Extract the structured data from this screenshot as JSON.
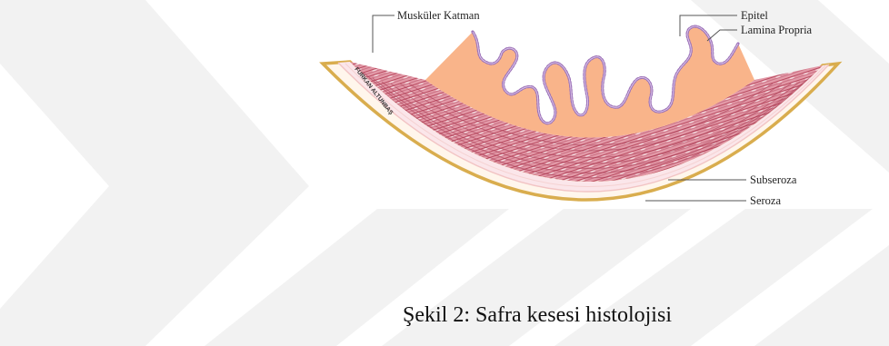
{
  "diagram": {
    "labels": {
      "muscular_layer": "Musküler Katman",
      "epithelium": "Epitel",
      "lamina_propria": "Lamina Propria",
      "subserosa": "Subseroza",
      "serosa": "Seroza"
    },
    "signature": "FURKAN ALTUNBAŞ"
  },
  "caption": "Şekil 2: Safra kesesi histolojisi",
  "colors": {
    "serosa": "#d9ad4e",
    "subserosa": "#fbe8ec",
    "muscle": "#dc8c9a",
    "muscle_fiber": "#b94a60",
    "lamina_propria": "#f9b48a",
    "epithelium": "#9c72b8",
    "watermark": "#f1f1f1"
  }
}
